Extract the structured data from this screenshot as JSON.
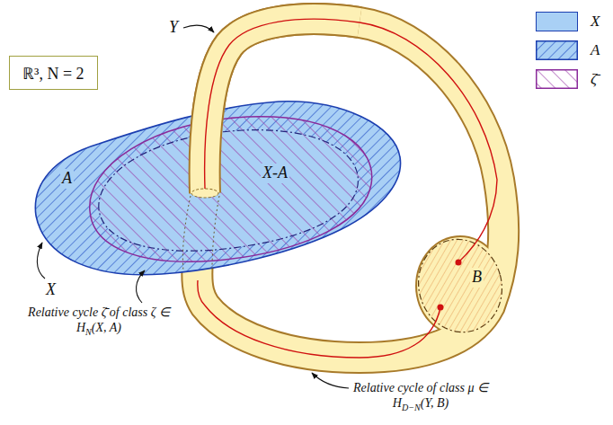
{
  "diagram": {
    "nodes": [
      {
        "text": [
          "ℝ³, N = 2"
        ]
      }
    ],
    "labels": [
      "Y",
      "A",
      "X-A",
      "B",
      "X",
      "Relative cycle ζ̄ of class ζ ∈ HN(X, A)",
      "Relative cycle of class μ ∈ HD−N(Y, B)"
    ],
    "legend": [
      {
        "text": "X",
        "color": "#a9d0f5"
      },
      {
        "text": "A"
      },
      {
        "text": "ζ̄"
      }
    ]
  }
}
